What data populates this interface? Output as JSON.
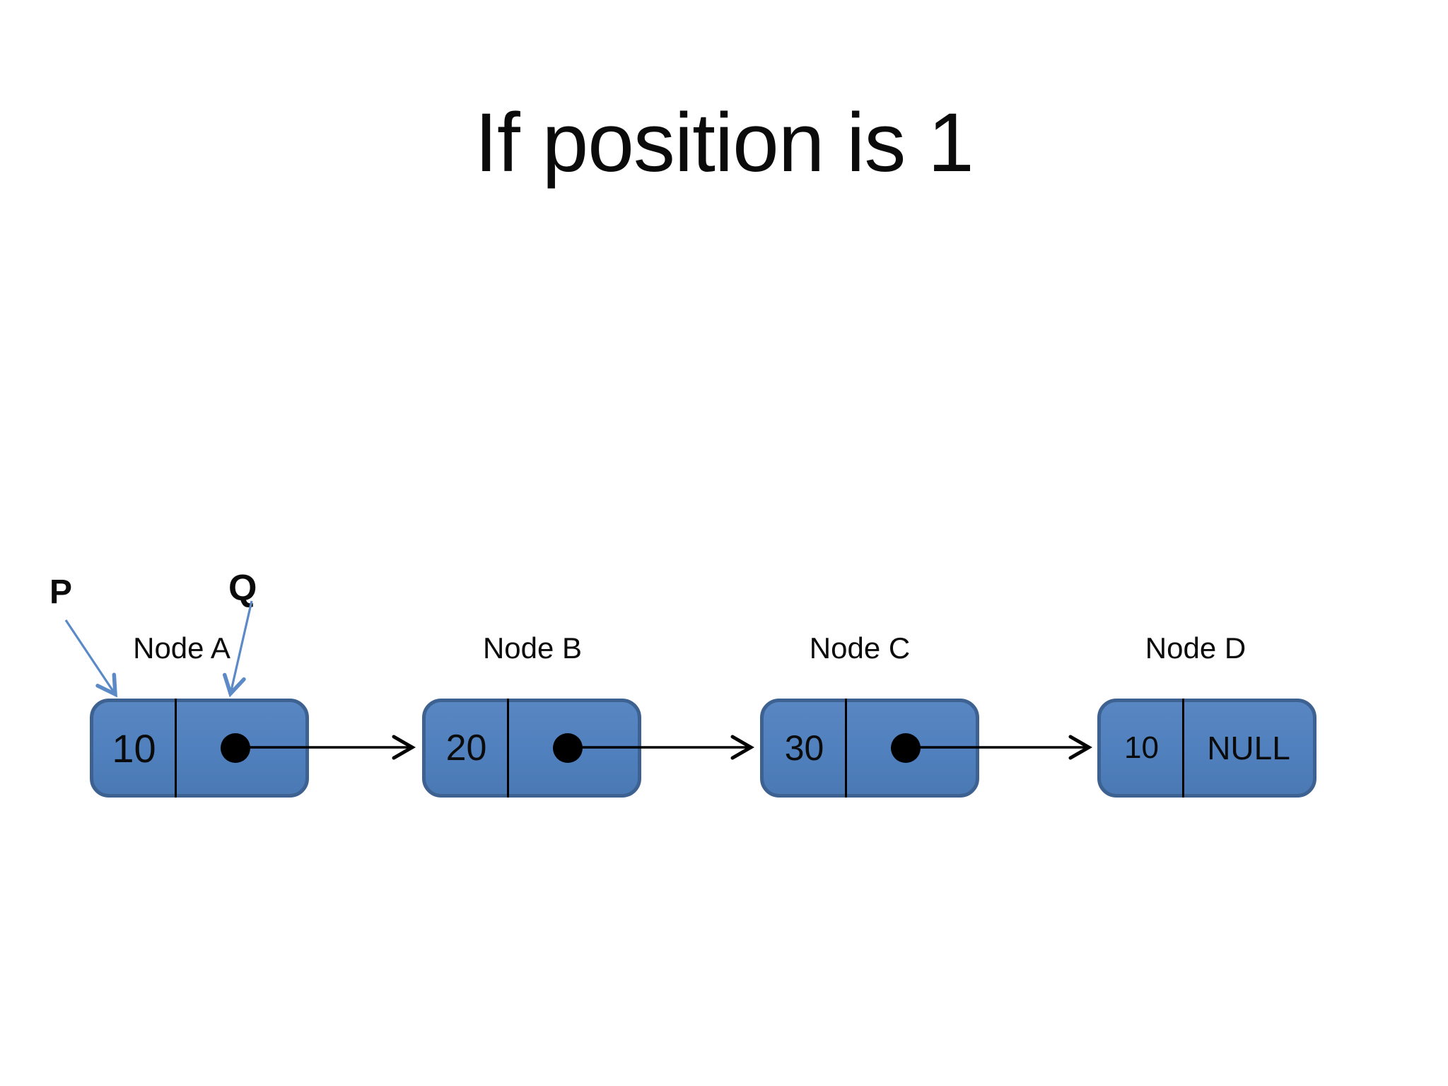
{
  "title": "If position is 1",
  "pointers": {
    "p": {
      "label": "P",
      "points_to": "Node A data cell"
    },
    "q": {
      "label": "Q",
      "points_to": "Node A pointer cell"
    }
  },
  "nodes": [
    {
      "label": "Node A",
      "value": "10",
      "next": "dot"
    },
    {
      "label": "Node B",
      "value": "20",
      "next": "dot"
    },
    {
      "label": "Node C",
      "value": "30",
      "next": "dot"
    },
    {
      "label": "Node D",
      "value": "10",
      "next": "NULL"
    }
  ],
  "colors": {
    "background": "#ffffff",
    "node_fill": "#5080bd",
    "node_border": "#3d6191",
    "link_arrow": "#000000",
    "pointer_arrow": "#5b8ac6",
    "text": "#0b0b0b"
  }
}
